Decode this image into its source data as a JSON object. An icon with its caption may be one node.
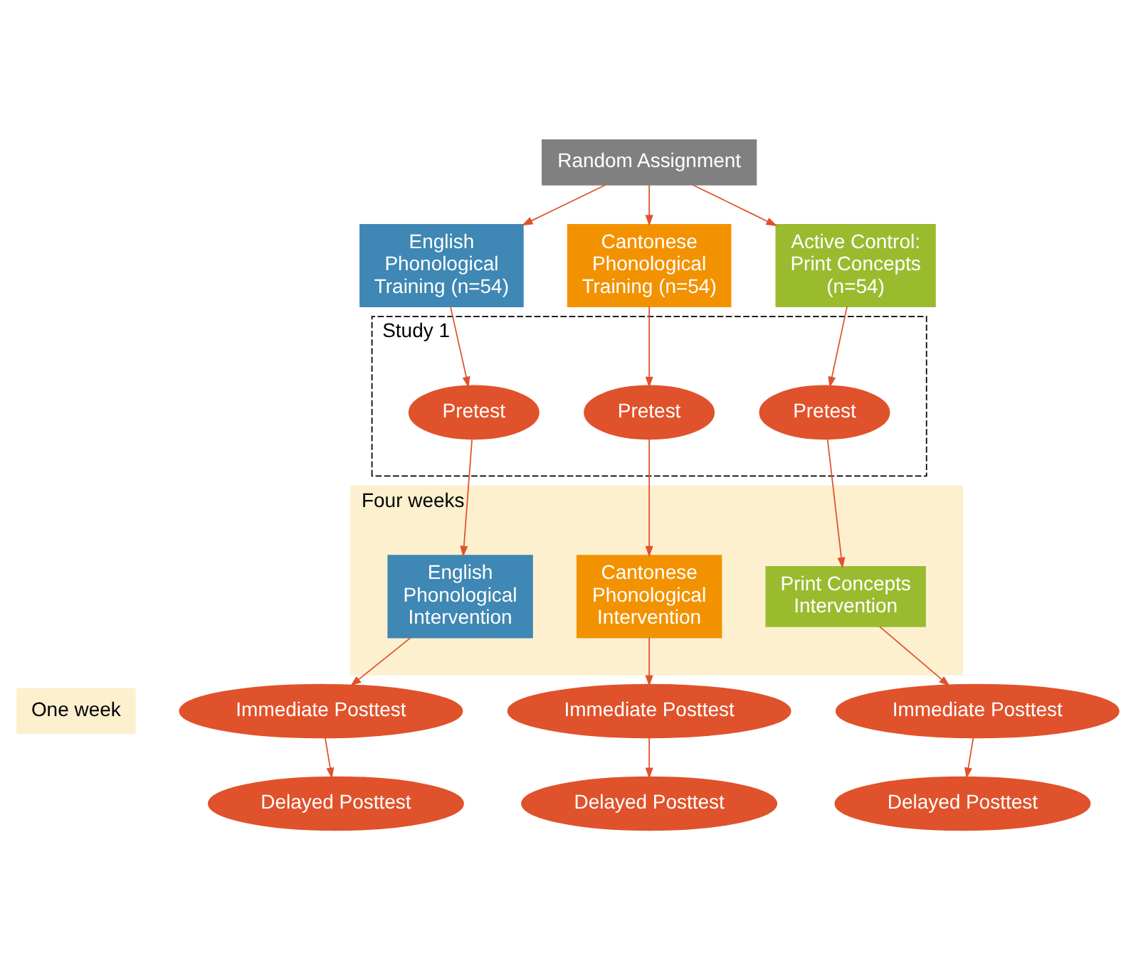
{
  "diagram": {
    "nodes": [
      {
        "text": [
          "Random Assignment"
        ]
      },
      {
        "text": [
          "English Phonological Training (n=54)"
        ]
      },
      {
        "text": [
          "Cantonese Phonological Training (n=54)"
        ]
      },
      {
        "text": [
          "Active Control: Print Concepts (n=54)"
        ]
      },
      {
        "text": [
          "Study 1"
        ]
      },
      {
        "text": [
          "Pretest"
        ],
        "in": 4
      },
      {
        "text": [
          "Pretest"
        ],
        "in": 4
      },
      {
        "text": [
          "Pretest"
        ],
        "in": 4
      },
      {
        "text": [
          "Four weeks"
        ]
      },
      {
        "text": [
          "English Phonological Intervention"
        ],
        "in": 8
      },
      {
        "text": [
          "Cantonese Phonological Intervention"
        ],
        "in": 8
      },
      {
        "text": [
          "Print Concepts Intervention"
        ],
        "in": 8
      },
      {
        "text": [
          "Immediate Posttest"
        ]
      },
      {
        "text": [
          "Immediate Posttest"
        ]
      },
      {
        "text": [
          "Immediate Posttest"
        ]
      },
      {
        "text": [
          "One week"
        ]
      },
      {
        "text": [
          "Delayed Posttest"
        ]
      },
      {
        "text": [
          "Delayed Posttest"
        ]
      },
      {
        "text": [
          "Delayed Posttest"
        ]
      }
    ],
    "edges": [
      {
        "from": 0,
        "to": 1,
        "arrow": "to"
      },
      {
        "from": 0,
        "to": 2,
        "arrow": "to"
      },
      {
        "from": 0,
        "to": 3,
        "arrow": "to"
      },
      {
        "from": 1,
        "to": 5,
        "arrow": "to"
      },
      {
        "from": 2,
        "to": 6,
        "arrow": "to"
      },
      {
        "from": 3,
        "to": 7,
        "arrow": "to"
      },
      {
        "from": 5,
        "to": 9,
        "arrow": "to"
      },
      {
        "from": 6,
        "to": 10,
        "arrow": "to"
      },
      {
        "from": 7,
        "to": 11,
        "arrow": "to"
      },
      {
        "from": 9,
        "to": 12,
        "arrow": "to"
      },
      {
        "from": 10,
        "to": 13,
        "arrow": "to"
      },
      {
        "from": 11,
        "to": 14,
        "arrow": "to"
      },
      {
        "from": 12,
        "to": 16,
        "arrow": "to"
      },
      {
        "from": 13,
        "to": 17,
        "arrow": "to"
      },
      {
        "from": 14,
        "to": 18,
        "arrow": "to"
      }
    ]
  }
}
